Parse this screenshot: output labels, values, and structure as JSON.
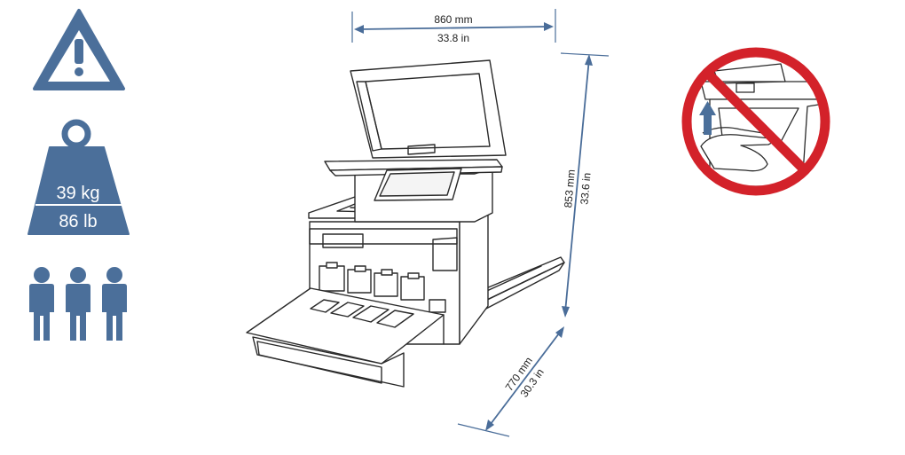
{
  "colors": {
    "icon_blue": "#4b6f9a",
    "dimension_blue": "#4a6d99",
    "outline": "#2a2a2a",
    "prohibited_red": "#d3222a"
  },
  "weight": {
    "metric": "39 kg",
    "imperial": "86 lb"
  },
  "dimensions": {
    "width_mm": "860 mm",
    "width_in": "33.8 in",
    "height_mm": "853 mm",
    "height_in": "33.6 in",
    "depth_mm": "770 mm",
    "depth_in": "30.3 in"
  },
  "icons": {
    "warning": "warning-triangle-icon",
    "weight": "weight-icon",
    "people": "three-people-icon",
    "no_lift": "no-lift-by-scanner-icon"
  },
  "people_count": 3
}
